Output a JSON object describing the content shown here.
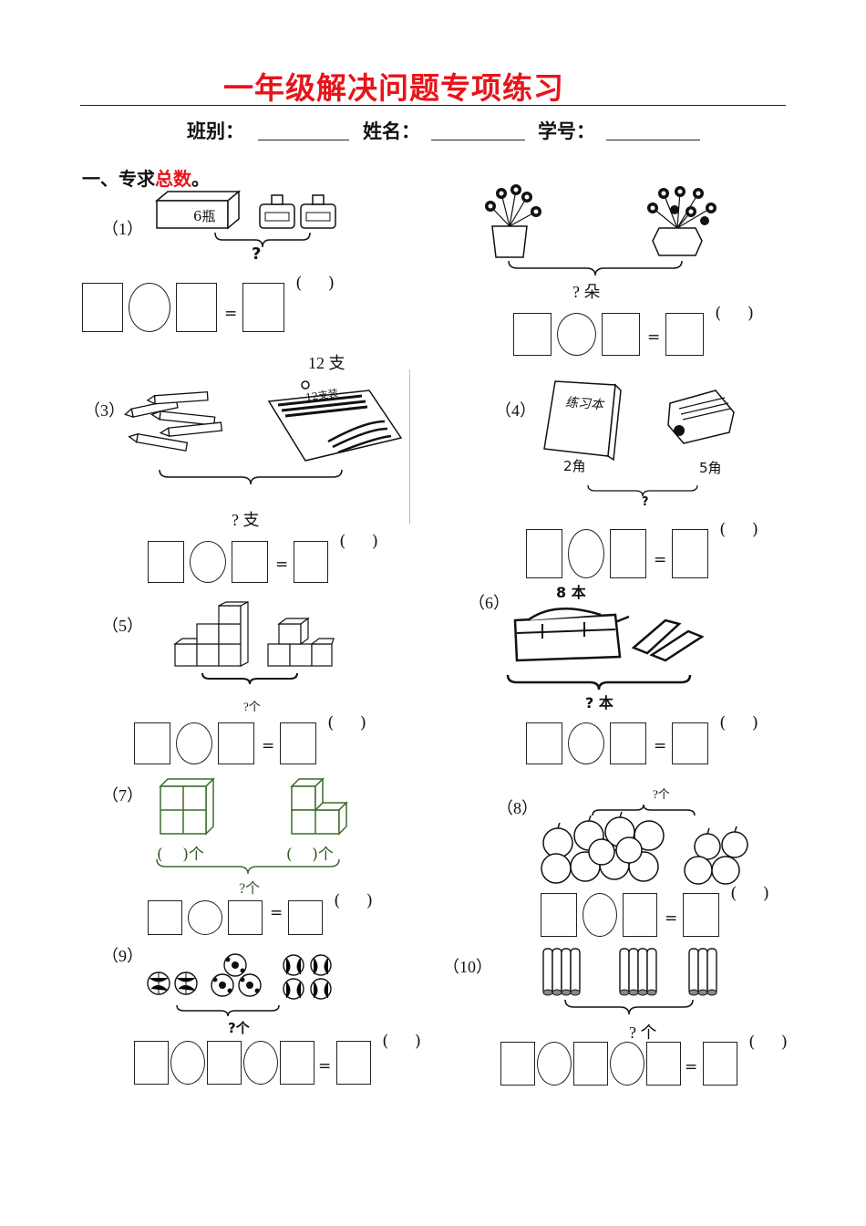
{
  "title": "一年级解决问题专项练习",
  "header": {
    "class_label": "班别：",
    "name_label": "姓名：",
    "id_label": "学号："
  },
  "section": {
    "prefix": "一、专求",
    "highlight": "总数",
    "suffix": "。"
  },
  "colors": {
    "title": "#e8141b",
    "highlight": "#e8141b",
    "ink": "#111111"
  },
  "paren": "(     )",
  "equals": "=",
  "problems": [
    {
      "label": "（1）",
      "box_text": "6瓶",
      "ask": "?"
    },
    {
      "label": "",
      "ask": "? 朵"
    },
    {
      "label": "（3）",
      "top_text": "12 支",
      "box_text": "12支装",
      "ask": "? 支"
    },
    {
      "label": "（4）",
      "price1": "2角",
      "price2": "5角",
      "notebook_text": "练习本",
      "ask": "?"
    },
    {
      "label": "（5）",
      "ask": "?个"
    },
    {
      "label": "（6）",
      "top_text": "8 本",
      "ask": "? 本"
    },
    {
      "label": "（7）",
      "count1": "(    )个",
      "count2": "(    )个",
      "ask": "?个"
    },
    {
      "label": "（8）",
      "ask": "?个"
    },
    {
      "label": "（9）",
      "ask": "?个"
    },
    {
      "label": "（10）",
      "ask": "? 个"
    }
  ]
}
